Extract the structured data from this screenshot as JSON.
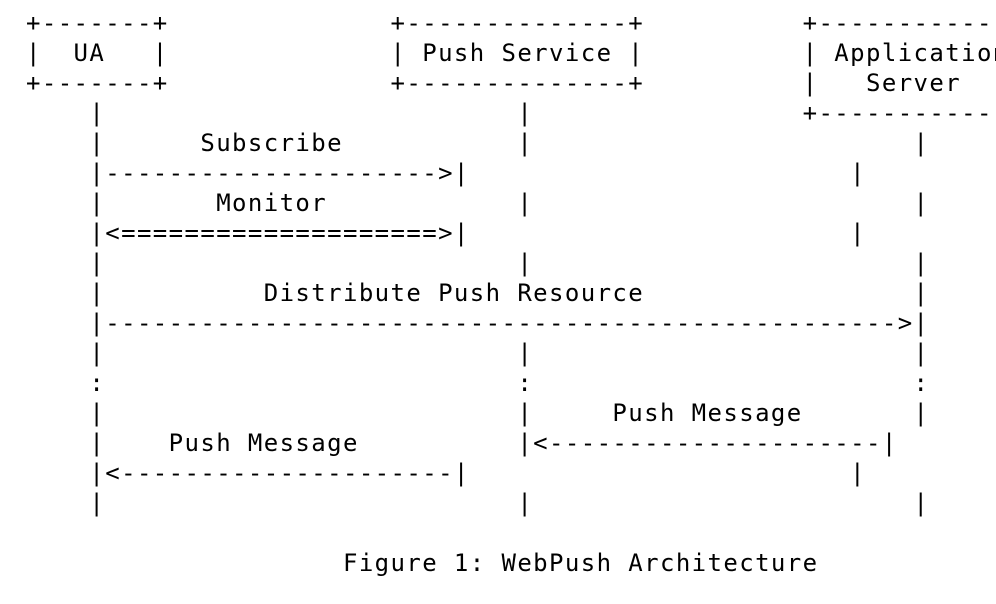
{
  "diagram": {
    "lines": [
      "+-------+              +--------------+          +-------------+",
      "|  UA   |              | Push Service |          | Application |",
      "+-------+              +--------------+          |   Server    |",
      "    |                          |                 +-------------+",
      "    |      Subscribe           |                        |",
      "    |--------------------->|                        |",
      "    |       Monitor            |                        |",
      "    |<====================>|                        |",
      "    |                          |                        |",
      "    |          Distribute Push Resource                 |",
      "    |-------------------------------------------------->|",
      "    |                          |                        |",
      "    :                          :                        :",
      "    |                          |     Push Message       |",
      "    |    Push Message          |<---------------------|",
      "    |<---------------------|                        |",
      "    |                          |                        |",
      "",
      "                    Figure 1: WebPush Architecture"
    ]
  }
}
